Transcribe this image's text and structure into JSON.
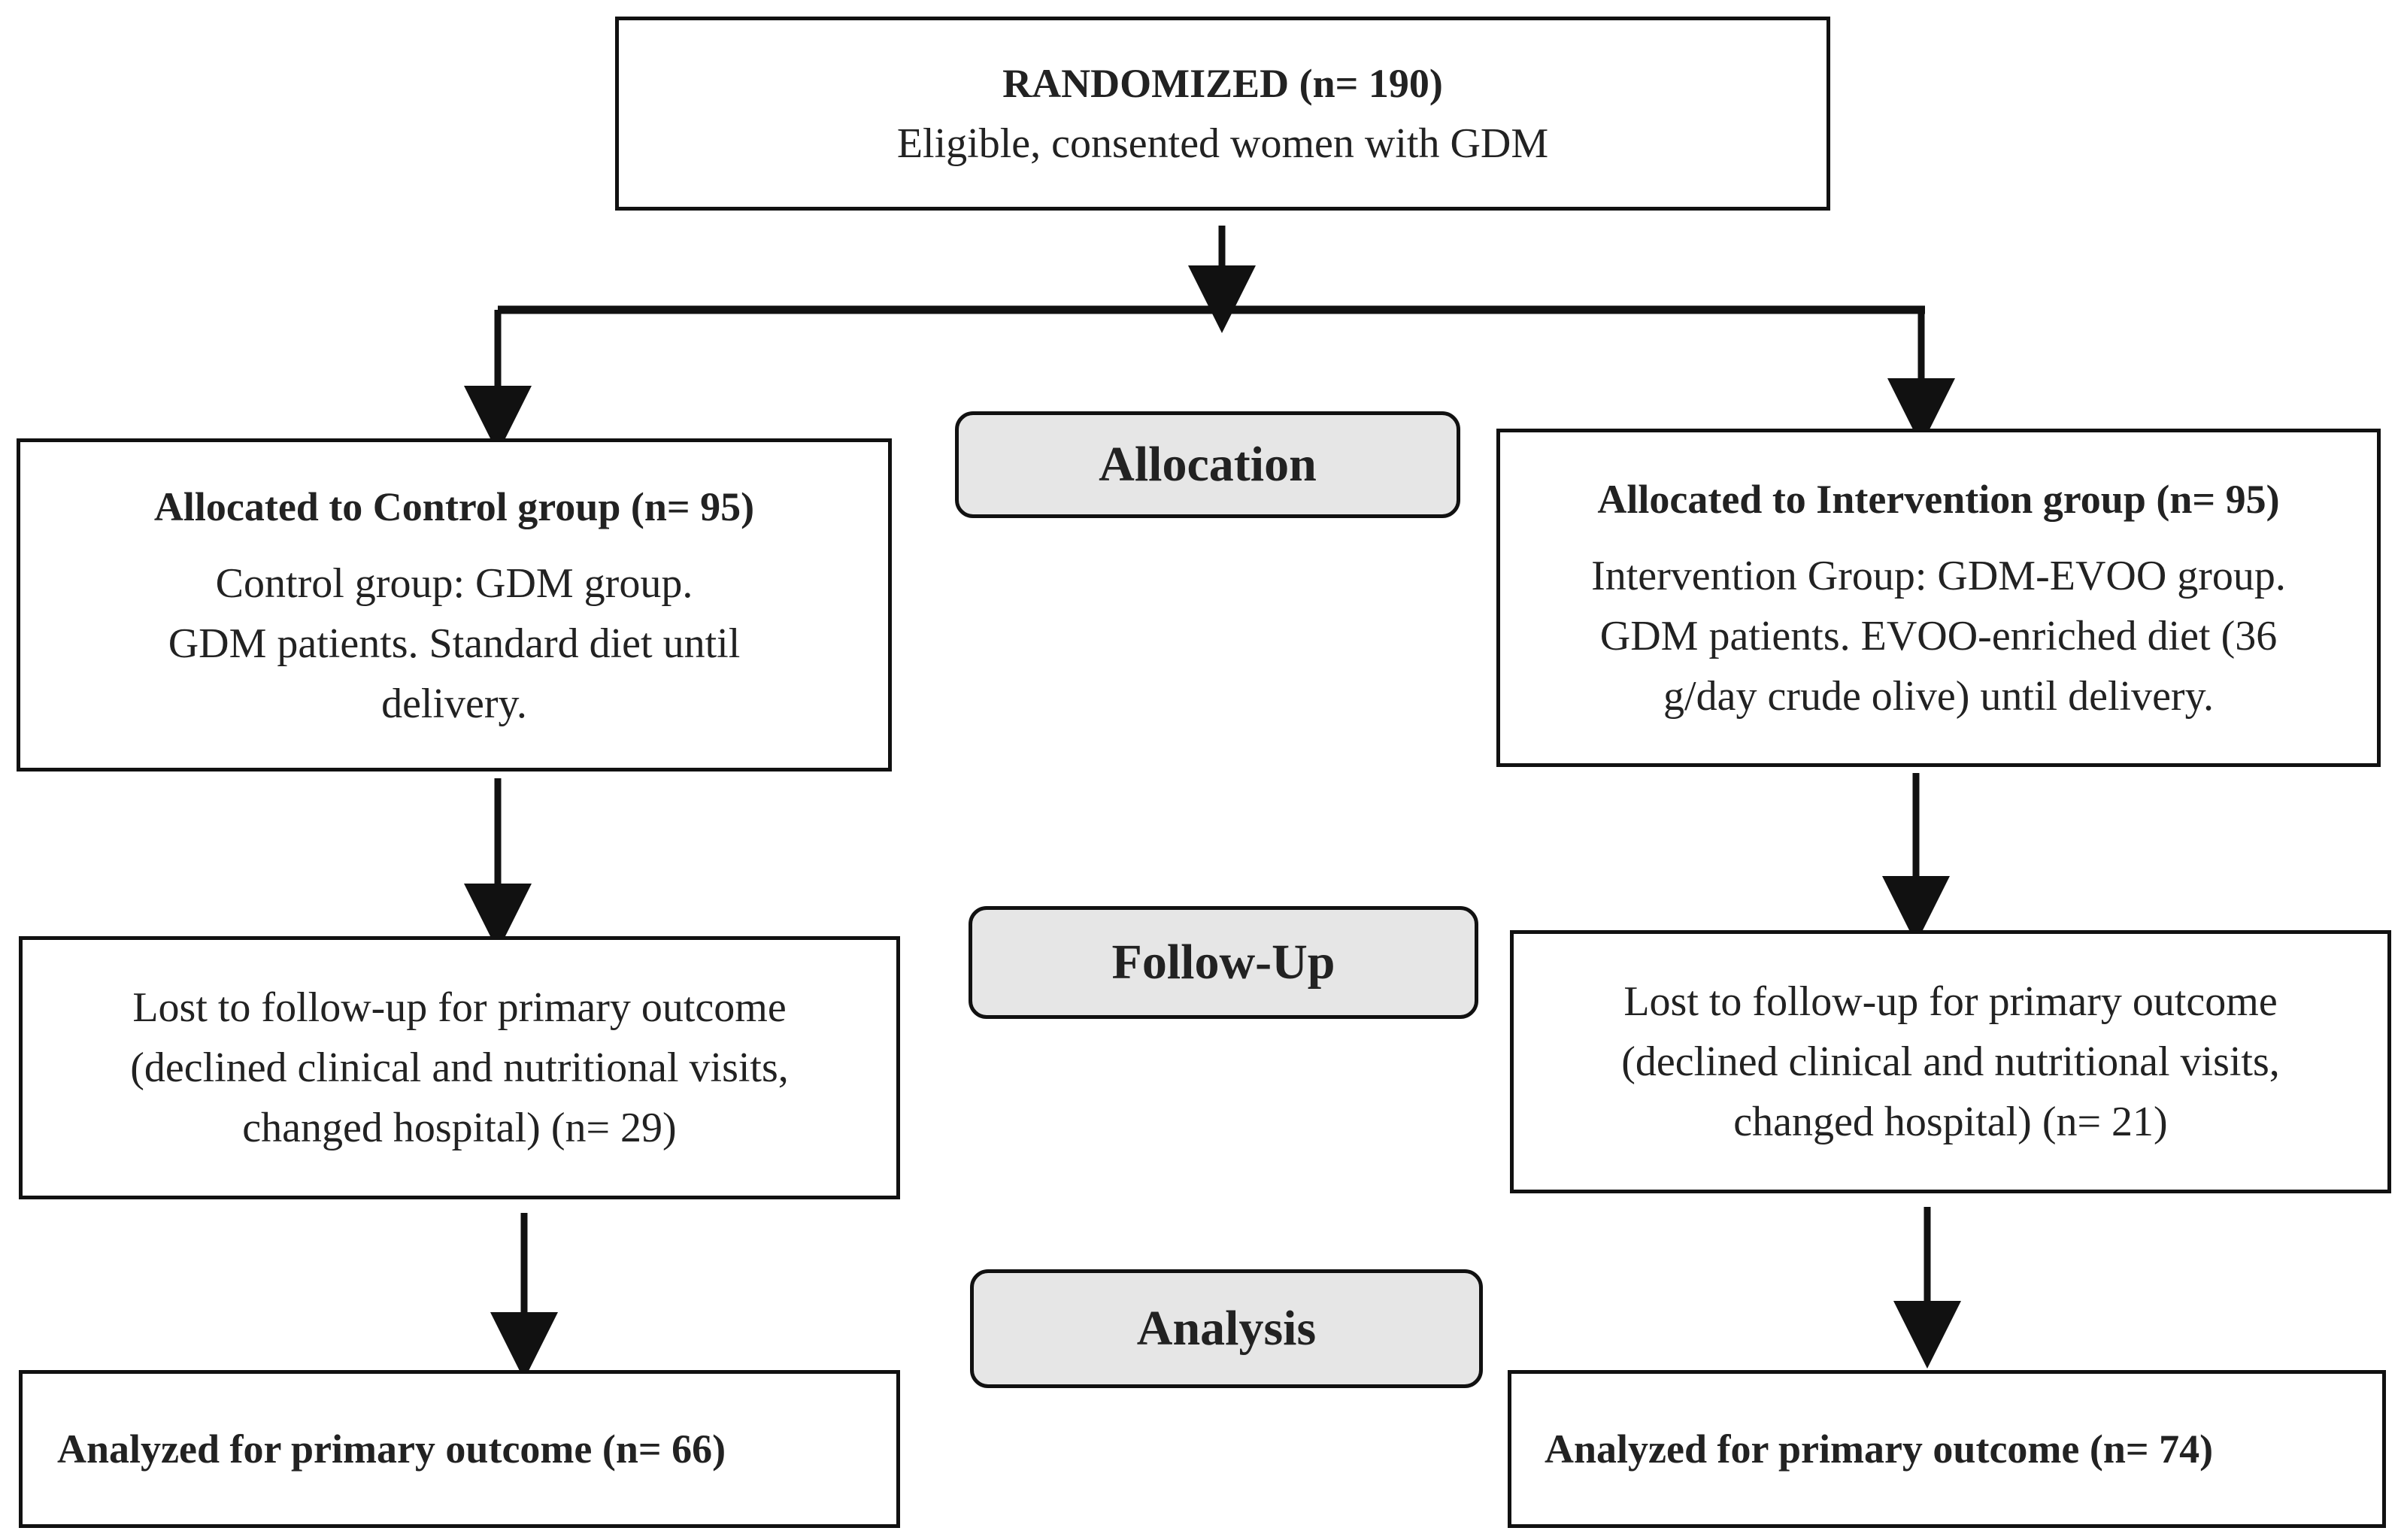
{
  "randomized": {
    "title": "RANDOMIZED (n= 190)",
    "subtitle": "Eligible, consented women with GDM"
  },
  "stages": {
    "allocation": "Allocation",
    "follow_up": "Follow-Up",
    "analysis": "Analysis"
  },
  "control": {
    "allocated_title": "Allocated to Control group (n= 95)",
    "allocated_lines": [
      "Control group: GDM group.",
      "GDM patients. Standard diet until",
      "delivery."
    ],
    "lost_lines": [
      "Lost to follow-up for primary outcome",
      "(declined clinical and nutritional visits,",
      "changed hospital) (n= 29)"
    ],
    "analyzed": "Analyzed for primary outcome (n= 66)"
  },
  "intervention": {
    "allocated_title": "Allocated to Intervention group (n= 95)",
    "allocated_lines": [
      "Intervention Group: GDM-EVOO group.",
      "GDM patients. EVOO-enriched diet (36",
      "g/day crude olive) until delivery."
    ],
    "lost_lines": [
      "Lost to follow-up for primary outcome",
      "(declined clinical and nutritional visits,",
      "changed hospital) (n= 21)"
    ],
    "analyzed": "Analyzed for primary outcome (n= 74)"
  },
  "colors": {
    "stroke": "#111111",
    "stage_fill": "#e6e6e6",
    "text": "#222222"
  }
}
